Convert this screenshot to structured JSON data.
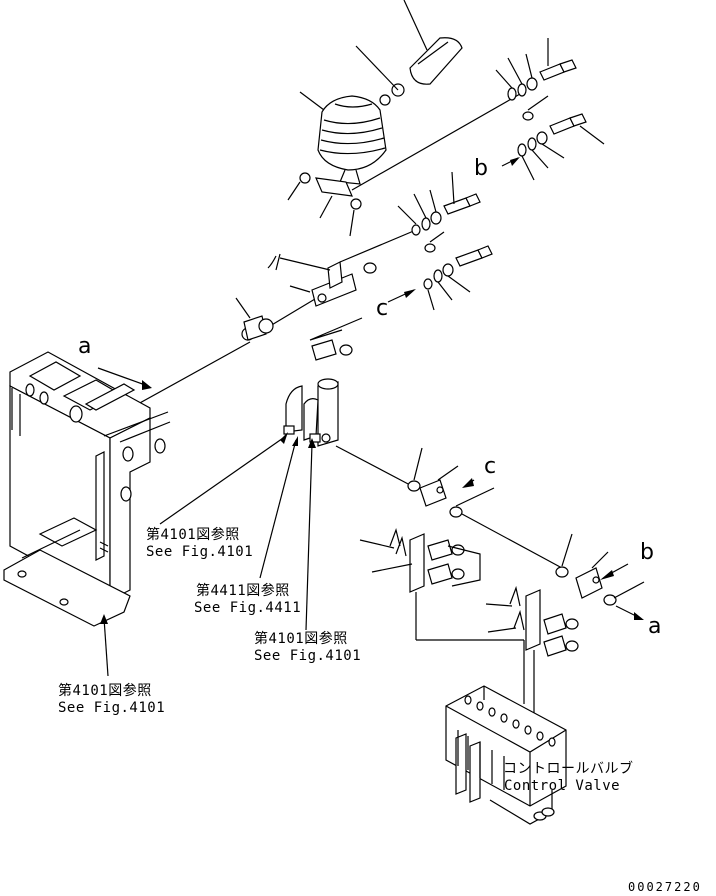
{
  "callouts": [
    {
      "jp": "第4101図参照",
      "en": "See Fig.4101"
    },
    {
      "jp": "第4411図参照",
      "en": "See Fig.4411"
    },
    {
      "jp": "第4101図参照",
      "en": "See Fig.4101"
    },
    {
      "jp": "第4101図参照",
      "en": "See Fig.4101"
    }
  ],
  "component_label": {
    "jp": "コントロールバルブ",
    "en": "Control Valve"
  },
  "view_markers": [
    "a",
    "b",
    "c",
    "c",
    "b",
    "a"
  ],
  "document_number": "00027220"
}
